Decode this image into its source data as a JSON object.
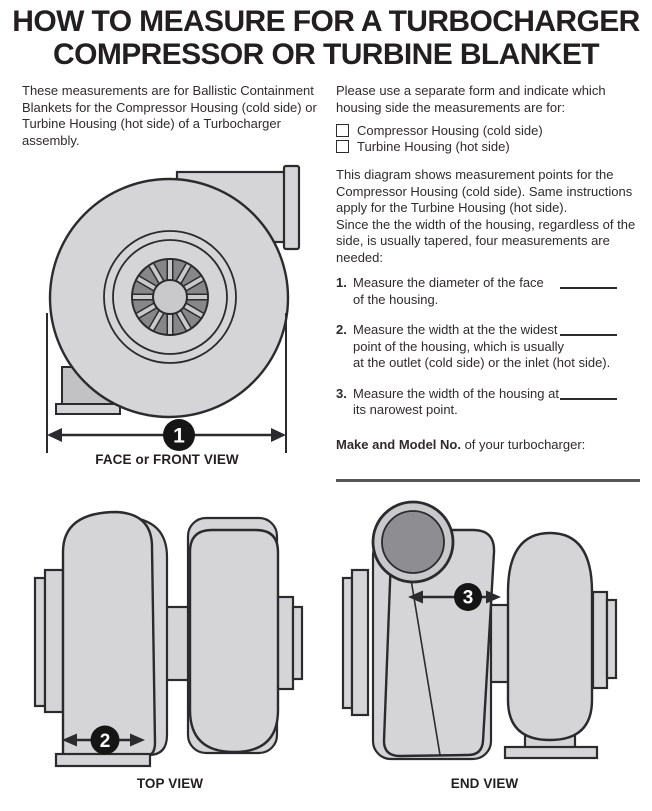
{
  "title": {
    "line1": "HOW TO MEASURE FOR A TURBOCHARGER",
    "line2": "COMPRESSOR OR TURBINE BLANKET"
  },
  "left_column": {
    "intro": "These measurements are for Ballistic Containment\nBlankets for the Compressor Housing (cold side) or\nTurbine Housing (hot side) of a Turbocharger\nassembly."
  },
  "right_column": {
    "intro": "Please use a separate form and indicate which\nhousing side the measurements are for:",
    "checkbox_1_label": "Compressor Housing (cold side)",
    "checkbox_2_label": "Turbine Housing (hot side)",
    "note_line_1": "This diagram shows measurement points for the\nCompressor Housing (cold side). Same instructions\napply for the Turbine Housing (hot side).",
    "note_line_2": "Since the the width of the housing, regardless of the\nside, is usually tapered, four measurements are\nneeded:",
    "steps": [
      {
        "num": "1.",
        "text": "Measure the diameter of the face\nof the housing."
      },
      {
        "num": "2.",
        "text": "Measure the width at the the widest\npoint of the housing, which is usually\nat the outlet (cold side) or the inlet (hot side)."
      },
      {
        "num": "3.",
        "text": "Measure the width of the housing at\nits narowest point."
      }
    ],
    "make_model_bold": "Make and Model No.",
    "make_model_rest": " of your turbocharger:"
  },
  "diagrams": {
    "face": {
      "label": "FACE or FRONT VIEW",
      "marker": "1"
    },
    "top": {
      "label": "TOP VIEW",
      "marker": "2"
    },
    "end": {
      "label": "END VIEW",
      "marker": "3"
    }
  },
  "colors": {
    "housing_fill": "#d5d5d7",
    "outline": "#2b2b2e",
    "wheel_dark": "#87878a",
    "spoke_light": "#c9c9cc",
    "inlet_dark": "#8e8e92",
    "marker_bg": "#151515",
    "text": "#231f20"
  }
}
